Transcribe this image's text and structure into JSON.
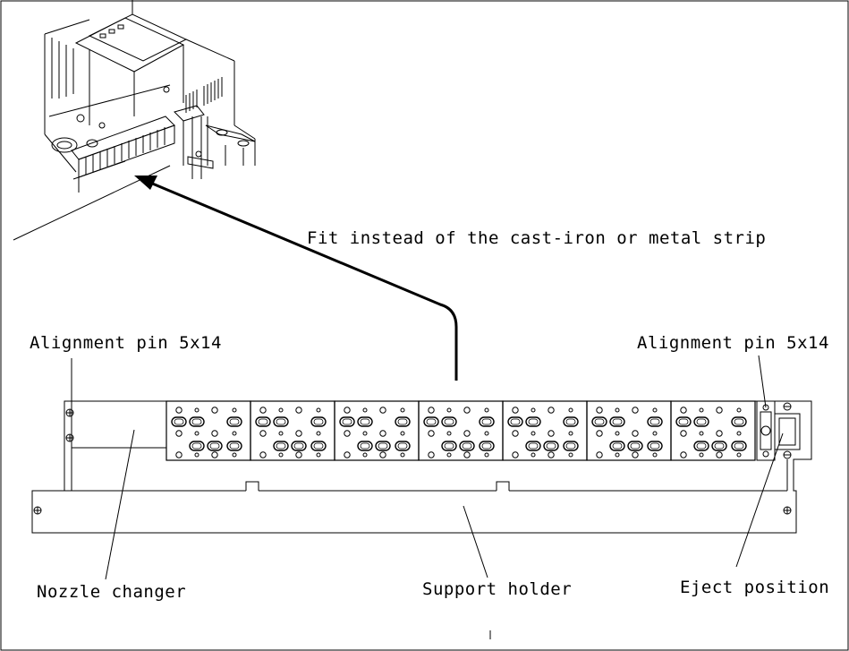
{
  "labels": {
    "fit_note": "Fit instead of the cast-iron or metal strip",
    "alignment_pin_left": "Alignment pin 5x14",
    "alignment_pin_right": "Alignment pin 5x14",
    "nozzle_changer": "Nozzle changer",
    "support_holder": "Support holder",
    "eject_position": "Eject position"
  },
  "nozzle_modules": 7
}
